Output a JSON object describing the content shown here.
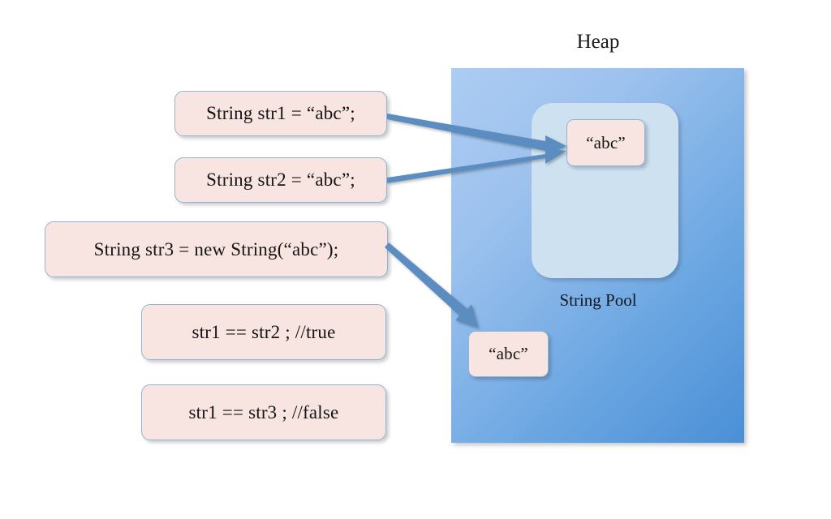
{
  "diagram": {
    "title_heap": "Heap",
    "label_string_pool": "String Pool",
    "statements": [
      {
        "name": "str1-declaration",
        "text": "String str1 = “abc”;"
      },
      {
        "name": "str2-declaration",
        "text": "String str2 = “abc”;"
      },
      {
        "name": "str3-declaration",
        "text": "String str3 = new String(“abc”);"
      },
      {
        "name": "comparison-str1-str2",
        "text": "str1 == str2 ; //true"
      },
      {
        "name": "comparison-str1-str3",
        "text": "str1 == str3 ; //false"
      }
    ],
    "objects": {
      "pool_literal": "“abc”",
      "heap_object": "“abc”"
    },
    "arrows": [
      {
        "name": "arrow-str1-to-pool-literal",
        "from": "str1-declaration",
        "to": "pool_literal"
      },
      {
        "name": "arrow-str2-to-pool-literal",
        "from": "str2-declaration",
        "to": "pool_literal"
      },
      {
        "name": "arrow-str3-to-heap-object",
        "from": "str3-declaration",
        "to": "heap_object"
      }
    ],
    "colors": {
      "box_fill": "#f8e4e0",
      "box_border": "#8fb5d9",
      "heap_fill_light": "#acccf2",
      "heap_fill_dark": "#4a8fd6",
      "pool_fill": "#cde1f1",
      "arrow": "#5b8dc0",
      "text": "#151515"
    }
  }
}
